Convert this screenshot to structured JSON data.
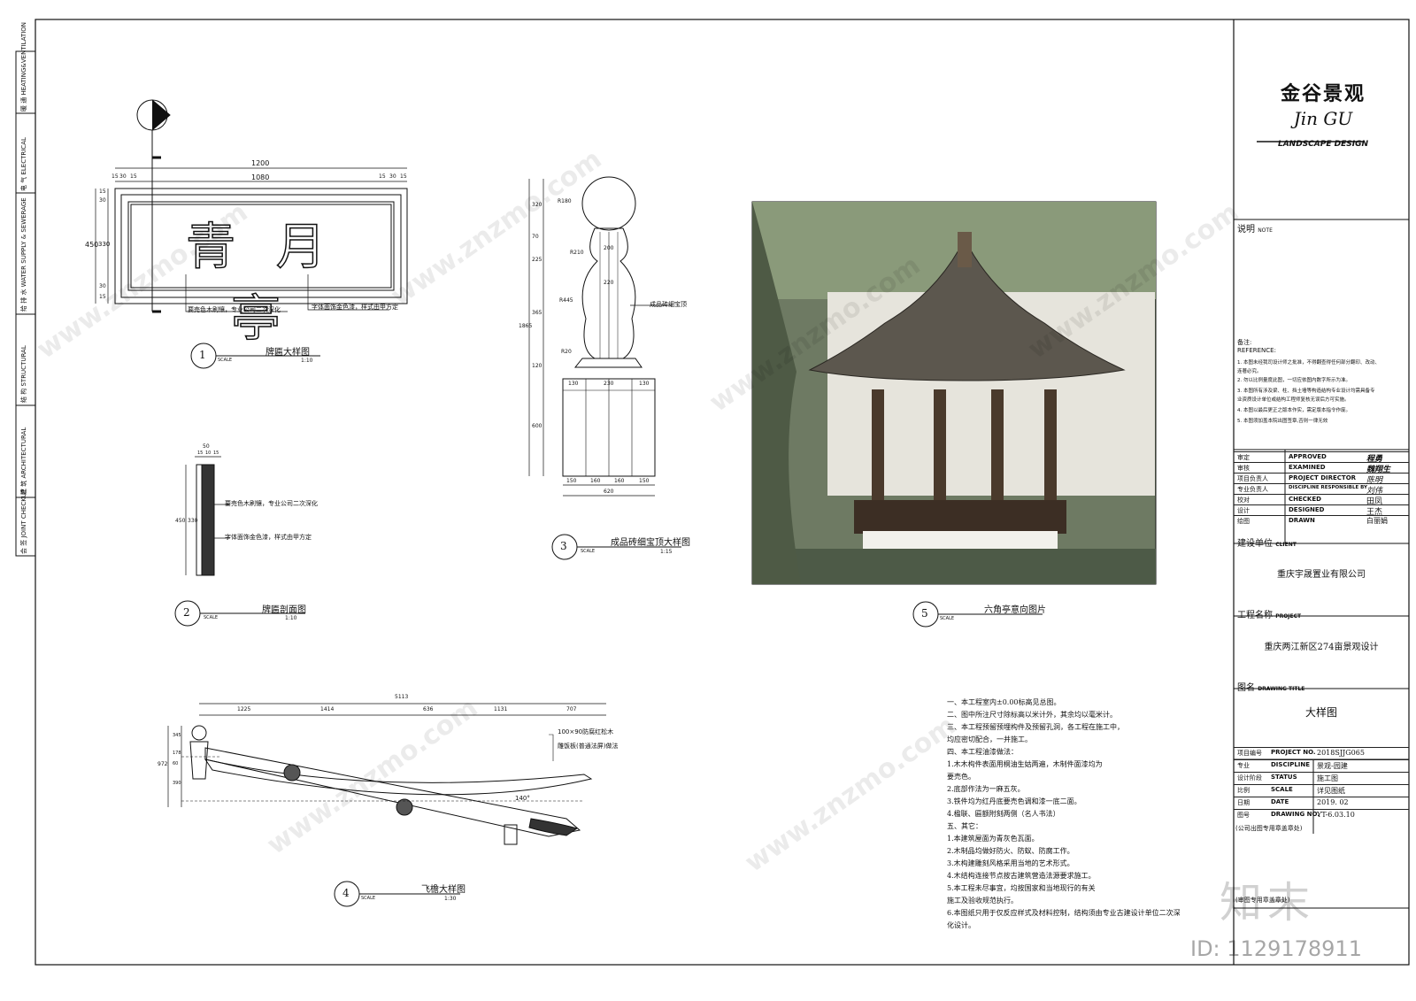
{
  "frame": {
    "left_strip": [
      {
        "cn": "暖 通",
        "en": "HEATING&VENTILATION"
      },
      {
        "cn": "电 气",
        "en": "ELECTRICAL"
      },
      {
        "cn": "给 排 水",
        "en": "WATER SUPPLY & SEWERAGE"
      },
      {
        "cn": "结 构",
        "en": "STRUCTURAL"
      },
      {
        "cn": "建 筑",
        "en": "ARCHITECTURAL"
      },
      {
        "cn": "会 签",
        "en": "JOINT CHECKUP"
      }
    ]
  },
  "company": {
    "cn": "金谷景观",
    "en": "Jin GU",
    "sub": "LANDSCAPE DESIGN"
  },
  "note": {
    "label": "说明",
    "en": "NOTE"
  },
  "reference": {
    "title": "备注:",
    "en": "REFERENCE:",
    "lines": [
      "1. 本图未经我司设计师之批准，不得翻查得任何部分翻印、改动、",
      "连著必究。",
      "2. 勿以比例量度此图，一切应依图内数字所示为准。",
      "3. 本图所有涉及梁、柱、挡土墙等构造结构专业设计均需具备专",
      "业资质设计单位或结构工程师复核无误后方可实施。",
      "4. 本图以最后更正之版本作实，需定版本指令作废。",
      "5. 本图须加盖本院出图签章,否则一律无效"
    ]
  },
  "signoff": [
    {
      "cn": "审定",
      "en": "APPROVED",
      "sig": "程勇"
    },
    {
      "cn": "审核",
      "en": "EXAMINED",
      "sig": "魏翔生"
    },
    {
      "cn": "项目负责人",
      "en": "PROJECT DIRECTOR",
      "sig": "陈明"
    },
    {
      "cn": "专业负责人",
      "en": "DISCIPLINE RESPONSIBLE BY",
      "sig": "刘伟"
    },
    {
      "cn": "校对",
      "en": "CHECKED",
      "sig": "田凤"
    },
    {
      "cn": "设计",
      "en": "DESIGNED",
      "sig": "王杰"
    },
    {
      "cn": "绘图",
      "en": "DRAWN",
      "sig": "白丽娟"
    }
  ],
  "client": {
    "label": "建设单位",
    "en": "CLIENT",
    "value": "重庆宇晟置业有限公司"
  },
  "project": {
    "label": "工程名称",
    "en": "PROJECT",
    "value": "重庆两江新区274亩景观设计"
  },
  "drawing_title": {
    "label": "图名",
    "en": "DRAWING TITLE",
    "value": "大样图"
  },
  "info": [
    {
      "cn": "项目编号",
      "en": "PROJECT NO.",
      "value": "2018SJJG065"
    },
    {
      "cn": "专业",
      "en": "DISCIPLINE",
      "value": "景观-园建"
    },
    {
      "cn": "设计阶段",
      "en": "STATUS",
      "value": "施工图"
    },
    {
      "cn": "比例",
      "en": "SCALE",
      "value": "详见图纸"
    },
    {
      "cn": "日期",
      "en": "DATE",
      "value": "2019. 02"
    },
    {
      "cn": "图号",
      "en": "DRAWING NO.",
      "value": "YT-6.03.10"
    }
  ],
  "stamp_note": "(公司出图专用章盖章处)",
  "stamp_bottom": "(审图专用章盖章处)",
  "details": {
    "d1": {
      "num": "1",
      "title": "牌匾大样图",
      "scale_label": "SCALE",
      "scale": "1:10",
      "dims_top": [
        "1200",
        "1080",
        "15",
        "30",
        "15",
        "15",
        "30",
        "15"
      ],
      "dims_left": [
        "450",
        "15",
        "30",
        "330",
        "30",
        "15"
      ],
      "text": "青 月 亭",
      "notes": [
        "要売色木刷镶，专业公司二次深化",
        "字体面饰金色漆，样式由甲方定"
      ]
    },
    "d2": {
      "num": "2",
      "title": "牌匾剖面图",
      "scale_label": "SCALE",
      "scale": "1:10",
      "dims": [
        "50",
        "15",
        "10",
        "15",
        "450",
        "330"
      ],
      "notes": [
        "要売色木刷镶，专业公司二次深化",
        "字体面饰金色漆，样式由甲方定"
      ]
    },
    "d3": {
      "num": "3",
      "title": "成品砖细宝顶大样图",
      "scale_label": "SCALE",
      "scale": "1:15",
      "dims_left": [
        "320",
        "70",
        "225",
        "365",
        "120",
        "600",
        "1865"
      ],
      "radii": [
        "R180",
        "R210",
        "R445",
        "R20"
      ],
      "widths": [
        "200",
        "220",
        "130",
        "230",
        "130",
        "150",
        "160",
        "160",
        "150",
        "620"
      ],
      "note": "成品砖细宝顶"
    },
    "d4": {
      "num": "4",
      "title": "飞檐大样图",
      "scale_label": "SCALE",
      "scale": "1:30",
      "dims_top": [
        "5113",
        "1225",
        "1414",
        "636",
        "1131",
        "707"
      ],
      "dims_left": [
        "972",
        "345",
        "178",
        "60",
        "390"
      ],
      "angle": "140°",
      "notes": [
        "100×90防腐红松木",
        "雕饭板(普通法屏)做法"
      ]
    },
    "d5": {
      "num": "5",
      "title": "六角亭意向图片",
      "scale_label": "SCALE"
    }
  },
  "general_notes": [
    "一、本工程室内±0.00标高见总图。",
    "二、图中所注尺寸除标高以米计外，其余均以毫米计。",
    "三、本工程预留预埋构件及预留孔洞，各工程在施工中，",
    "    均应密切配合，一并施工。",
    "四、本工程油漆做法：",
    "    1.木木构件表面用桐油生姑两遍，木制件面漆均为",
    "      要売色。",
    "    2.底部作法为一麻五灰。",
    "    3.铁件均为红丹底要売色调和漆一底二面。",
    "    4.楹联、匾额附刻两侧（名人书法）",
    "五、其它：",
    "    1.本建筑屋面为青灰色瓦面。",
    "    2.木制品均做好防火、防蚁、防腐工作。",
    "    3.木构建雕刻风格采用当地的艺术形式。",
    "    4.木结构连接节点按古建筑营造法源要求施工。",
    "    5.本工程未尽事宜，均按国家和当地现行的有关",
    "      施工及验收规范执行。",
    "    6.本图纸只用于仅反应样式及材料控制，结构须由专业古建设计单位二次深",
    "      化设计。"
  ],
  "watermark": {
    "brand": "知末",
    "site": "www.znzmo.com",
    "id": "ID: 1129178911"
  }
}
